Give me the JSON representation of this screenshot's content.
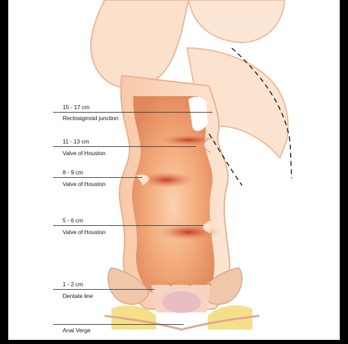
{
  "landmarks": [
    {
      "distance": "15 - 17 cm",
      "name": "Rectosigmoid junction"
    },
    {
      "distance": "11 - 13 cm",
      "name": "Valve of Houston"
    },
    {
      "distance": "8 - 9 cm",
      "name": "Valve of Houston"
    },
    {
      "distance": "5 - 6 cm",
      "name": "Valve of Houston"
    },
    {
      "distance": "1 - 2 cm",
      "name": "Dentate line"
    },
    {
      "name": "Anal Verge"
    }
  ]
}
